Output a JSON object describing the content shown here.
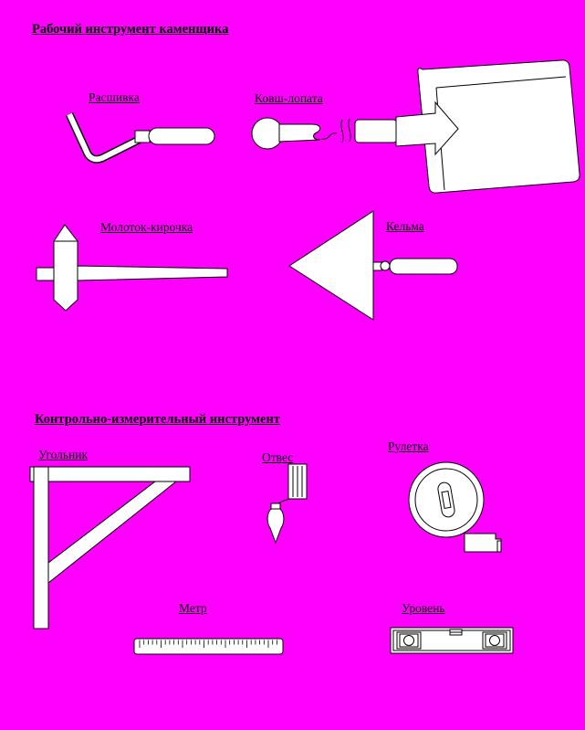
{
  "page": {
    "background": "#FF00FF",
    "ink": "#000000",
    "fill": "#FFFFFF"
  },
  "sections": {
    "working": {
      "title": "Рабочий инструмент каменщика"
    },
    "measuring": {
      "title": "Контрольно-измерительный инструмент"
    }
  },
  "tools": {
    "jointer": {
      "label": "Расшивка"
    },
    "bucket_shovel": {
      "label": "Ковш-лопата"
    },
    "hammer_pick": {
      "label": "Молоток-кирочка"
    },
    "trowel": {
      "label": "Кельма"
    },
    "square": {
      "label": "Угольник"
    },
    "plumb": {
      "label": "Отвес"
    },
    "tape_measure": {
      "label": "Рулетка"
    },
    "meter": {
      "label": "Метр"
    },
    "level": {
      "label": "Уровень"
    }
  },
  "meter_ruler": {
    "tick_count": 33,
    "major_every": 5
  }
}
